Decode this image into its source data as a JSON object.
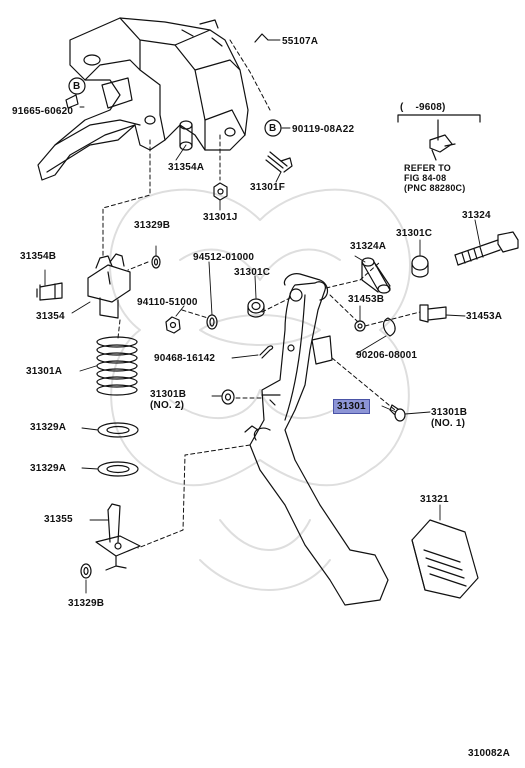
{
  "labels": {
    "p55107a": "55107A",
    "b_left": "B",
    "b_right": "B",
    "p91665": "91665-60620",
    "p90119": "90119-08A22",
    "p31354a": "31354A",
    "p31301f": "31301F",
    "p31301j": "31301J",
    "range": "(    -9608)",
    "refer1": "REFER TO",
    "refer2": "FIG 84-08",
    "refer3": "(PNC 88280C)",
    "p31324": "31324",
    "p31301c_top": "31301C",
    "p31324a": "31324A",
    "p31354b": "31354B",
    "p31329b_top": "31329B",
    "p94512": "94512-01000",
    "p31301c_mid": "31301C",
    "p94110": "94110-51000",
    "p31453b": "31453B",
    "p31453a": "31453A",
    "p31354": "31354",
    "p90468": "90468-16142",
    "p90206": "90206-08001",
    "p31301a": "31301A",
    "p31301b_left": "31301B",
    "no2": "(NO. 2)",
    "p31301": "31301",
    "p31301b_right": "31301B",
    "no1": "(NO. 1)",
    "p31329a_1": "31329A",
    "p31329a_2": "31329A",
    "p31321": "31321",
    "p31355": "31355",
    "p31329b_bot": "31329B",
    "figure_no": "310082A"
  }
}
